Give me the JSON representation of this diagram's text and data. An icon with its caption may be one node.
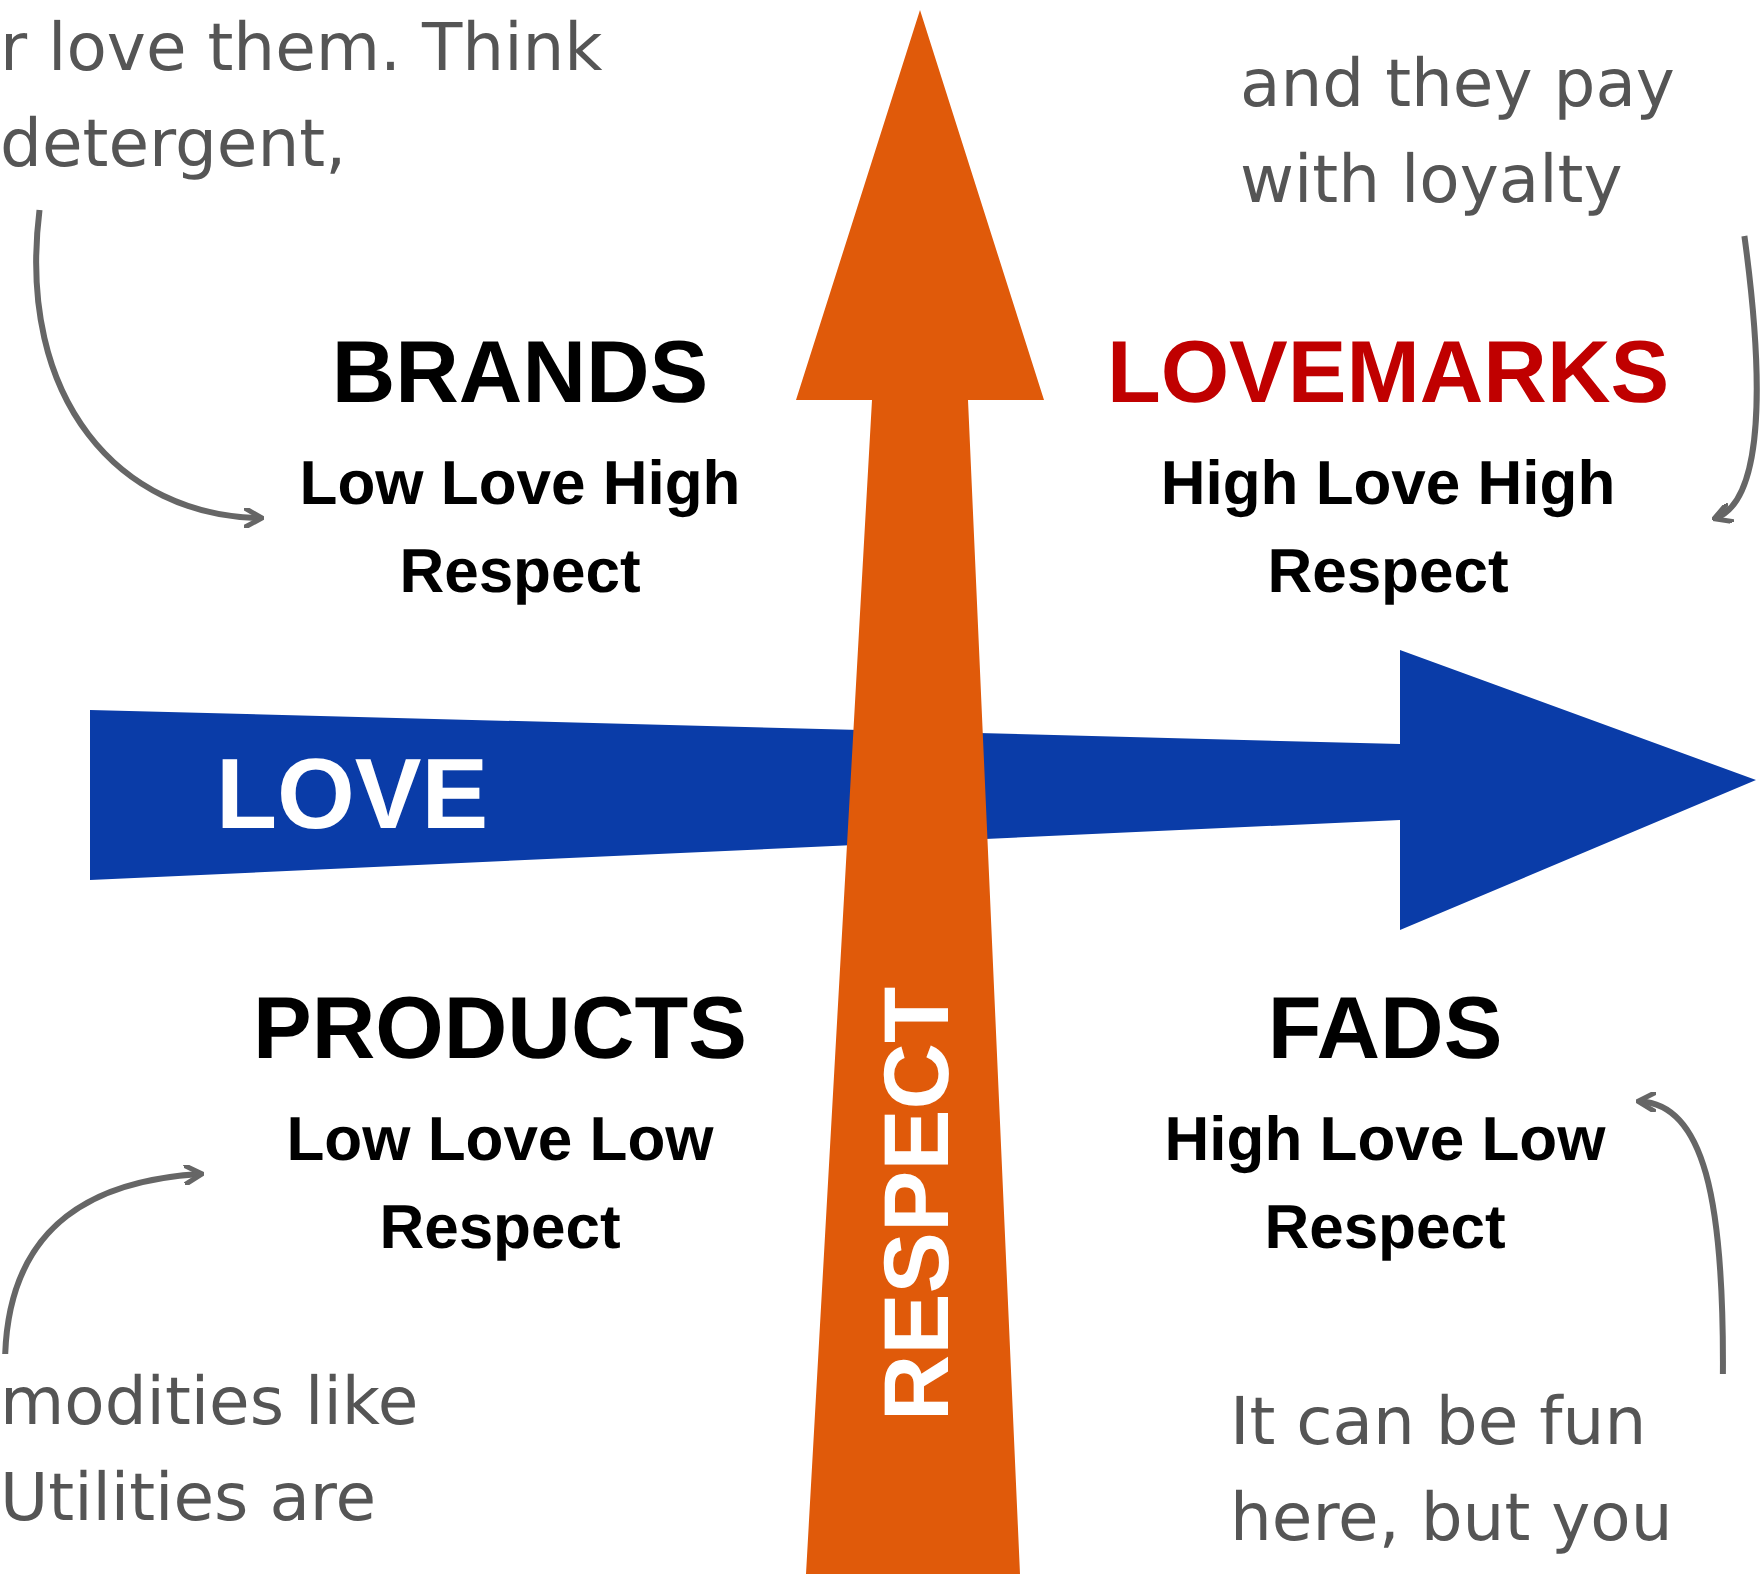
{
  "diagram": {
    "nodes": [
      {
        "text": [
          "BRANDS",
          "Low Love High Respect"
        ]
      },
      {
        "text": [
          "LOVEMARKS",
          "High Love High Respect"
        ]
      },
      {
        "text": [
          "PRODUCTS",
          "Low Love Low Respect"
        ]
      },
      {
        "text": [
          "FADS",
          "High Love Low Respect"
        ]
      },
      {
        "text": [
          "r love them.  Think detergent,"
        ]
      },
      {
        "text": [
          "and they pay with loyalty"
        ]
      },
      {
        "text": [
          "modities like Utilities are"
        ]
      },
      {
        "text": [
          "It can be fun here, but you"
        ]
      }
    ],
    "edges": [
      {
        "from": 4,
        "to": 0,
        "arrow": "to"
      },
      {
        "from": 5,
        "to": 1,
        "arrow": "to"
      },
      {
        "from": 6,
        "to": 2,
        "arrow": "to"
      },
      {
        "from": 7,
        "to": 3,
        "arrow": "to"
      }
    ],
    "labels": [
      "LOVE",
      "RESPECT"
    ]
  }
}
